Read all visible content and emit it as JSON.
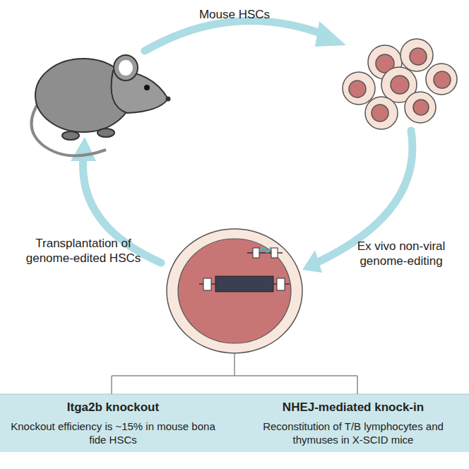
{
  "diagram": {
    "nodes": [
      {
        "text": [
          "Itga2b knockout",
          "Knockout efficiency is ~15% in mouse bona fide HSCs"
        ]
      },
      {
        "text": [
          "NHEJ-mediated knock-in",
          "Reconstitution of T/B lymphocytes and thymuses in X-SCID mice"
        ]
      }
    ],
    "labels": [
      "Mouse HSCs",
      "Ex vivo non-viral genome-editing",
      "Transplantation of genome-edited HSCs"
    ]
  }
}
